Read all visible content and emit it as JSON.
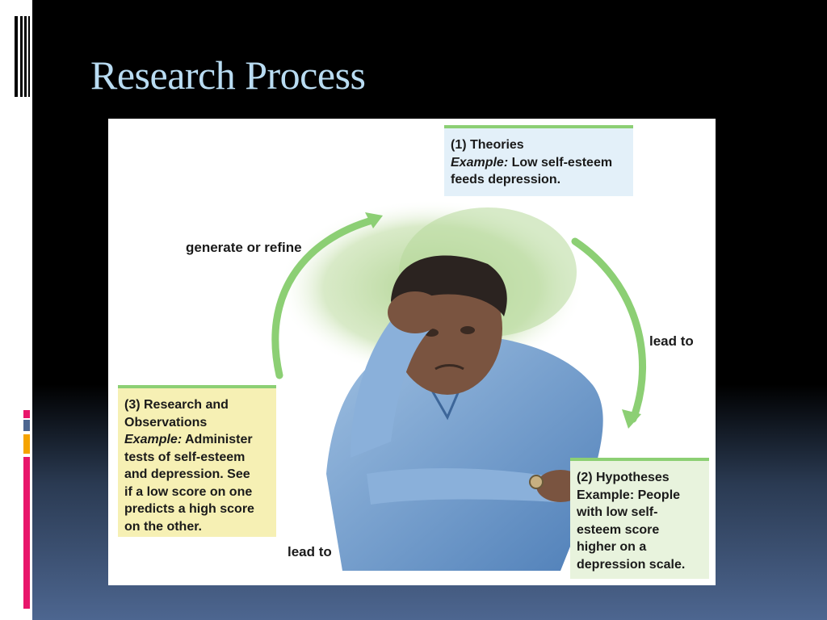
{
  "title": "Research Process",
  "diagram": {
    "theories": {
      "heading": "(1) Theories",
      "example_label": "Example:",
      "example_text": "Low self-esteem",
      "example_text_2": "feeds depression."
    },
    "hypotheses": {
      "heading": "(2) Hypotheses",
      "lines": [
        "Example: People",
        "with low self-",
        "esteem score",
        "higher on a",
        "depression scale."
      ]
    },
    "research": {
      "heading_1": "(3) Research and",
      "heading_2": "Observations",
      "example_label": "Example:",
      "example_text": "Administer",
      "lines": [
        "tests of self-esteem",
        "and depression. See",
        "if a low score on one",
        "predicts a high score",
        "on the other."
      ]
    },
    "labels": {
      "generate": "generate or refine",
      "lead_to_right": "lead to",
      "lead_to_bottom": "lead to"
    }
  },
  "colors": {
    "title": "#b9dcf2",
    "arrow": "#8ccf74",
    "theories_box": "#e3f0f9",
    "hypotheses_box": "#e8f3dd",
    "research_box": "#f6f0b4",
    "accent_pink": "#e8166b",
    "accent_blue": "#4d6690",
    "accent_orange": "#f5a300"
  }
}
